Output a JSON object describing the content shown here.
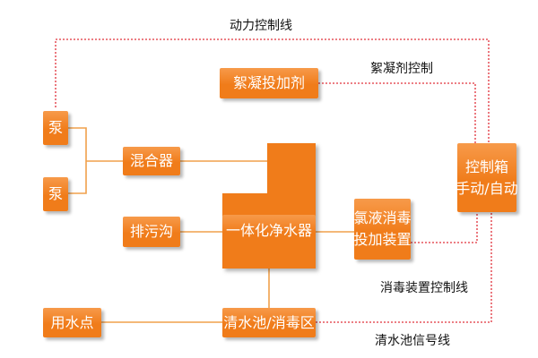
{
  "colors": {
    "box": "#f07c1a",
    "box_light": "#f79a4a",
    "connector": "#f0a04b",
    "control_line": "#e0303a"
  },
  "nodes": {
    "pump1": "泵",
    "pump2": "泵",
    "mixer": "混合器",
    "flocculant_dosing": "絮凝投加剂",
    "sewage_ditch": "排污沟",
    "purifier": "一体化净水器",
    "chlorine_line1": "氯液消毒",
    "chlorine_line2": "投加装置",
    "control_box_line1": "控制箱",
    "control_box_line2": "手动/自动",
    "water_point": "用水点",
    "clear_pool": "清水池/消毒区"
  },
  "lines": {
    "power_control": "动力控制线",
    "flocculant_control": "絮凝剂控制",
    "disinfection_control": "消毒装置控制线",
    "pool_signal": "清水池信号线"
  }
}
